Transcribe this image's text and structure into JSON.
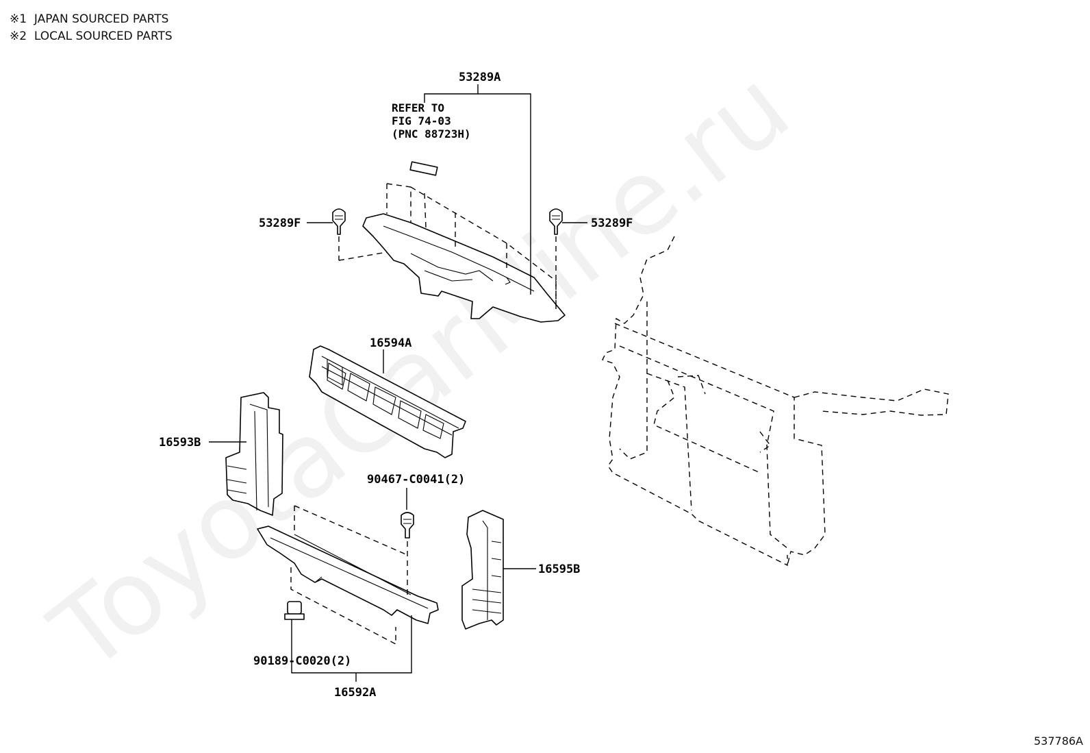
{
  "legend": [
    {
      "mark": "※1",
      "text": "JAPAN SOURCED PARTS"
    },
    {
      "mark": "※2",
      "text": "LOCAL SOURCED PARTS"
    }
  ],
  "watermark": "ToyotaCarMine.ru",
  "labels": {
    "seal_upper": "53289A",
    "clip_left": "53289F",
    "clip_right": "53289F",
    "refer_1": "REFER TO",
    "refer_2": "FIG 74-03",
    "refer_3": "(PNC 88723H)",
    "seal_center": "16594A",
    "seal_side_left": "16593B",
    "clip_center": "90467-C0041(2)",
    "seal_side_right": "16595B",
    "clip_lower": "90189-C0020(2)",
    "seal_lower": "16592A"
  },
  "figure_number": "537786A"
}
